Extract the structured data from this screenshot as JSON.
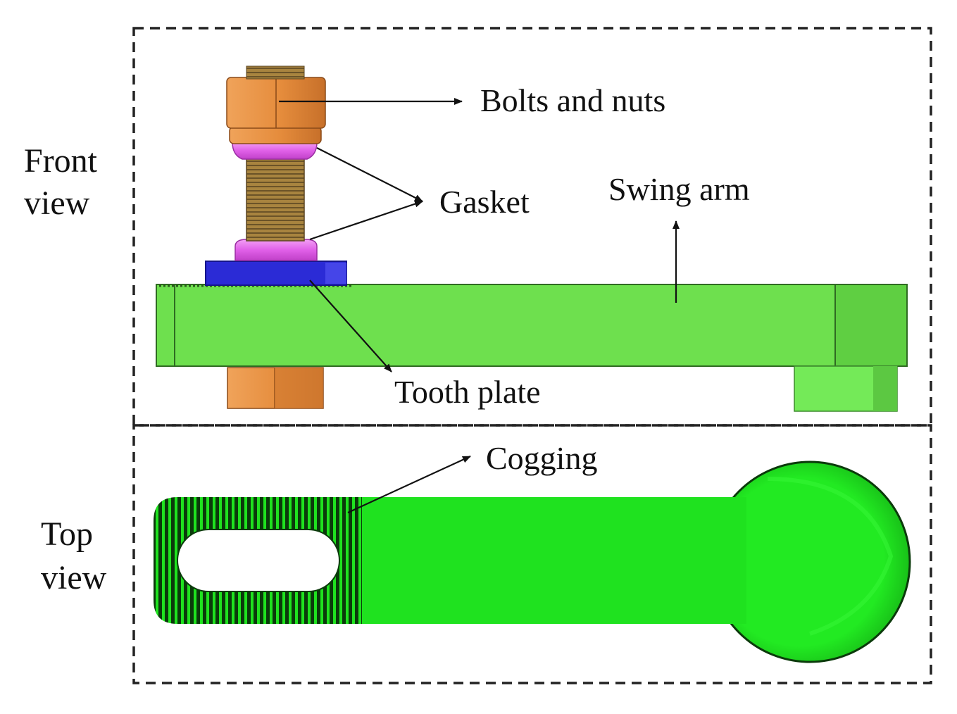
{
  "views": {
    "front": {
      "line1": "Front",
      "line2": "view"
    },
    "top": {
      "line1": "Top",
      "line2": "view"
    }
  },
  "callouts": {
    "bolts": "Bolts and nuts",
    "gasket": "Gasket",
    "swing_arm": "Swing arm",
    "tooth_plate": "Tooth plate",
    "cogging": "Cogging"
  },
  "colors": {
    "frame": "#222222",
    "arm_front": "#6ee04e",
    "arm_top": "#1fe21f",
    "nut": "#e9964a",
    "thread": "#9b7a3c",
    "gasket": "#e066e8",
    "tooth_plate": "#2b2bd6",
    "stripes": "#0b3a0b",
    "arrow": "#111111"
  }
}
